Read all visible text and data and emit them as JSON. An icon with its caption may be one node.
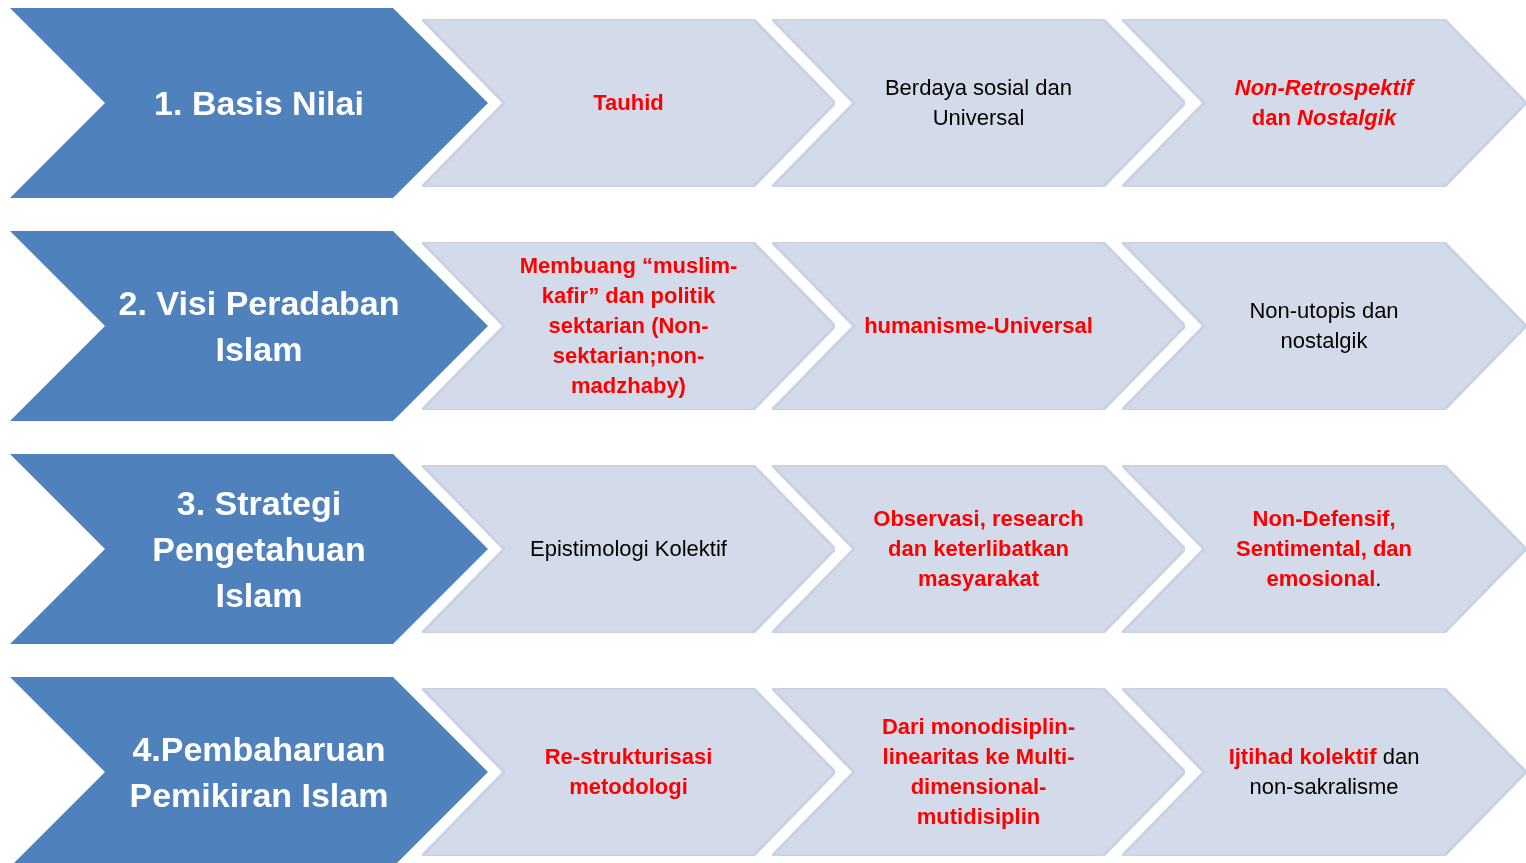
{
  "diagram": {
    "nodes": [
      {
        "text": [
          "1. Basis Nilai"
        ]
      },
      {
        "text": [
          "Tauhid"
        ]
      },
      {
        "text": [
          "Berdaya sosial dan Universal"
        ]
      },
      {
        "text": [
          "*Non-Retrospektif* dan *Nostalgik*"
        ]
      },
      {
        "text": [
          "2. Visi Peradaban Islam"
        ]
      },
      {
        "text": [
          "Membuang “muslim-kafir” dan politik sektarian  (Non-sektarian;non-madzhaby)"
        ]
      },
      {
        "text": [
          "humanisme-Universal"
        ]
      },
      {
        "text": [
          "Non-utopis dan nostalgik"
        ]
      },
      {
        "text": [
          "3. Strategi Pengetahuan Islam"
        ]
      },
      {
        "text": [
          "Epistimologi Kolektif"
        ]
      },
      {
        "text": [
          "Observasi, research dan  keterlibatkan masyarakat"
        ]
      },
      {
        "text": [
          "**Non-Defensif, Sentimental, dan emosional**."
        ]
      },
      {
        "text": [
          "4.Pembaharuan Pemikiran Islam"
        ]
      },
      {
        "text": [
          "Re-strukturisasi metodologi"
        ]
      },
      {
        "text": [
          "Dari monodisiplin-linearitas ke Multi-dimensional-mutidisiplin"
        ]
      },
      {
        "text": [
          "**Ijtihad  kolektif** dan non-sakralisme"
        ]
      }
    ],
    "edges": []
  }
}
